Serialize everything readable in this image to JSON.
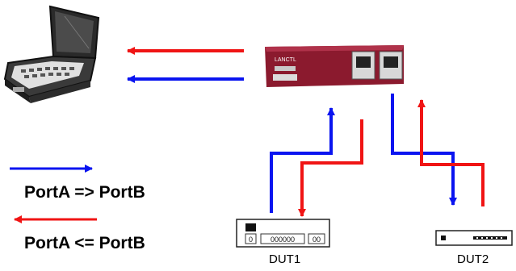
{
  "legend": {
    "forward_label": "PortA => PortB",
    "reverse_label": "PortA <= PortB"
  },
  "devices": {
    "dut1_label": "DUT1",
    "dut2_label": "DUT2",
    "tap_brand": "LANCTL",
    "dut1_panel_text": "000000",
    "dut1_port_text": "00"
  },
  "colors": {
    "forward": "#0a14f0",
    "reverse": "#f01414",
    "tap_body": "#8b1a2e"
  }
}
